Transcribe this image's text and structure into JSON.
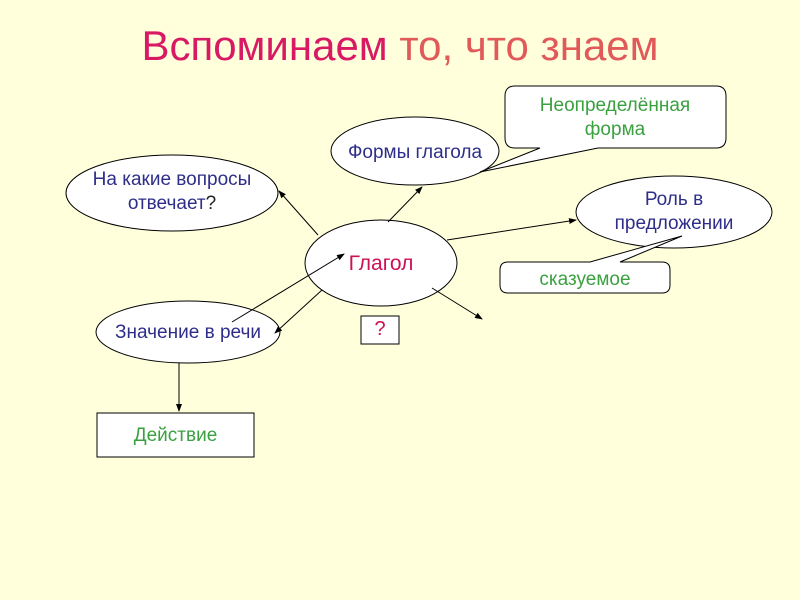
{
  "title": {
    "part1": "Вспоминаем",
    "part2": " то, что знаем"
  },
  "nodes": {
    "center": "Глагол",
    "questions": "На какие вопросы отвечает",
    "questions_mark": "?",
    "forms": "Формы глагола",
    "infinitive": "Неопределённая форма",
    "role": "Роль в предложении",
    "predicate": "сказуемое",
    "meaning": "Значение в речи",
    "unknown": "?",
    "action": "Действие"
  },
  "colors": {
    "background": "#ffffdc",
    "title1": "#d81a64",
    "title2": "#e05a5a",
    "center": "#cc1155",
    "blue": "#2e2e8a",
    "green": "#3aa040"
  }
}
